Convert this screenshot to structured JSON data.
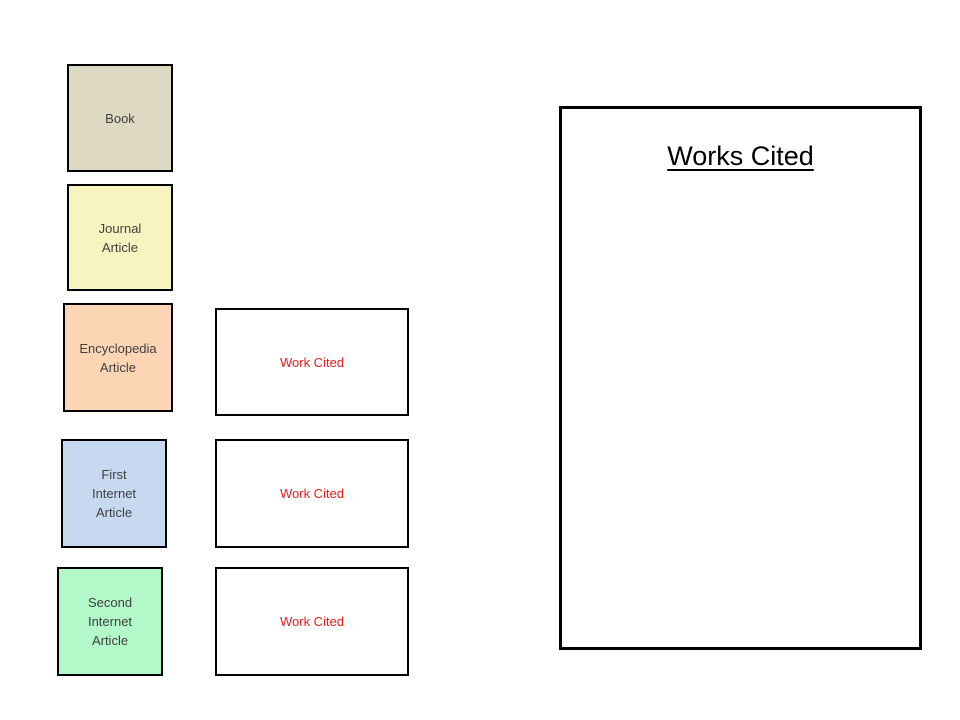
{
  "sources": [
    {
      "label": "Book",
      "color": "#ddd9c3"
    },
    {
      "label": "Journal\nArticle",
      "color": "#f7f4bf"
    },
    {
      "label": "Encyclopedia\nArticle",
      "color": "#fcd5b5"
    },
    {
      "label": "First\nInternet\nArticle",
      "color": "#c6d9f1"
    },
    {
      "label": "Second\nInternet\nArticle",
      "color": "#b3f8c9"
    }
  ],
  "cited_boxes": [
    {
      "label": "Work Cited"
    },
    {
      "label": "Work Cited"
    },
    {
      "label": "Work Cited"
    }
  ],
  "cited_text_color": "#e31e1e",
  "works_cited": {
    "title": "Works Cited"
  }
}
